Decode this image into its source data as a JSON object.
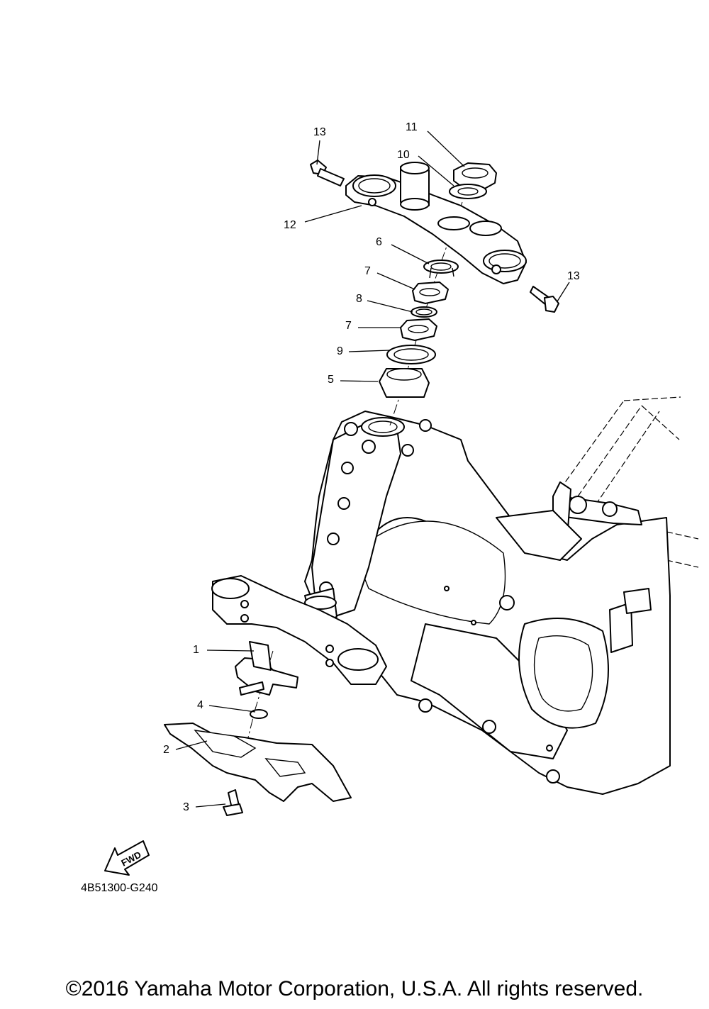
{
  "callouts": {
    "c1": "1",
    "c2": "2",
    "c3": "3",
    "c4": "4",
    "c5": "5",
    "c6": "6",
    "c7a": "7",
    "c7b": "7",
    "c8": "8",
    "c9": "9",
    "c10": "10",
    "c11": "11",
    "c12": "12",
    "c13a": "13",
    "c13b": "13"
  },
  "fwd_label": "FWD",
  "drawing_code": "4B51300-G240",
  "copyright": "©2016 Yamaha Motor Corporation, U.S.A. All rights reserved."
}
